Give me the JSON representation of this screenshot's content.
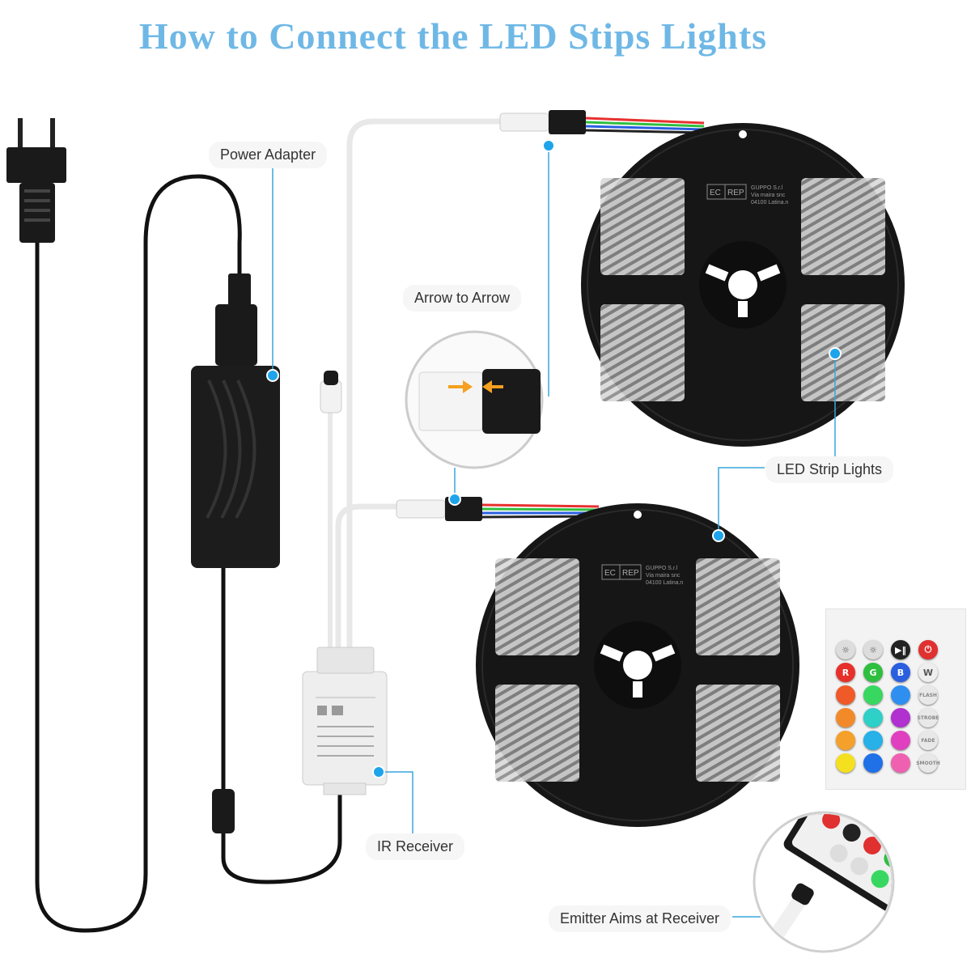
{
  "title": "How to Connect the LED Stips Lights",
  "labels": {
    "power_adapter": "Power Adapter",
    "arrow_to_arrow": "Arrow to Arrow",
    "led_strip_lights": "LED Strip Lights",
    "ir_receiver": "IR Receiver",
    "emitter": "Emitter Aims at Receiver"
  },
  "reel_label": {
    "ec": "EC",
    "rep": "REP",
    "line1": "GUPPO S.r.l",
    "line2": "Via maira snc",
    "line3": "04100 Latina.n"
  },
  "remote": {
    "buttons": [
      {
        "label": "☼",
        "color": "#dddddd"
      },
      {
        "label": "☼",
        "color": "#dddddd"
      },
      {
        "label": "▶‖",
        "color": "#222222"
      },
      {
        "label": "⏻",
        "color": "#e03030"
      },
      {
        "label": "R",
        "color": "#e8302a"
      },
      {
        "label": "G",
        "color": "#2fbf3f"
      },
      {
        "label": "B",
        "color": "#2a5fe0"
      },
      {
        "label": "W",
        "color": "#eeeeee"
      },
      {
        "label": "",
        "color": "#f05a28"
      },
      {
        "label": "",
        "color": "#38d860"
      },
      {
        "label": "",
        "color": "#2f8ff0"
      },
      {
        "label": "FLASH",
        "color": "#e8e8e8"
      },
      {
        "label": "",
        "color": "#f38a2a"
      },
      {
        "label": "",
        "color": "#2ed0c8"
      },
      {
        "label": "",
        "color": "#b030d0"
      },
      {
        "label": "STROBE",
        "color": "#e8e8e8"
      },
      {
        "label": "",
        "color": "#f5a02a"
      },
      {
        "label": "",
        "color": "#28b0e8"
      },
      {
        "label": "",
        "color": "#e040c0"
      },
      {
        "label": "FADE",
        "color": "#e8e8e8"
      },
      {
        "label": "",
        "color": "#f5e020"
      },
      {
        "label": "",
        "color": "#2070e8"
      },
      {
        "label": "",
        "color": "#f060b0"
      },
      {
        "label": "SMOOTH",
        "color": "#e8e8e8"
      }
    ]
  },
  "colors": {
    "title": "#6fb8e6",
    "leader": "#3aa6dc",
    "dot": "#1ea4ea",
    "cable": "#111111",
    "white_cable": "#f4f4f4",
    "reel": "#161616"
  }
}
